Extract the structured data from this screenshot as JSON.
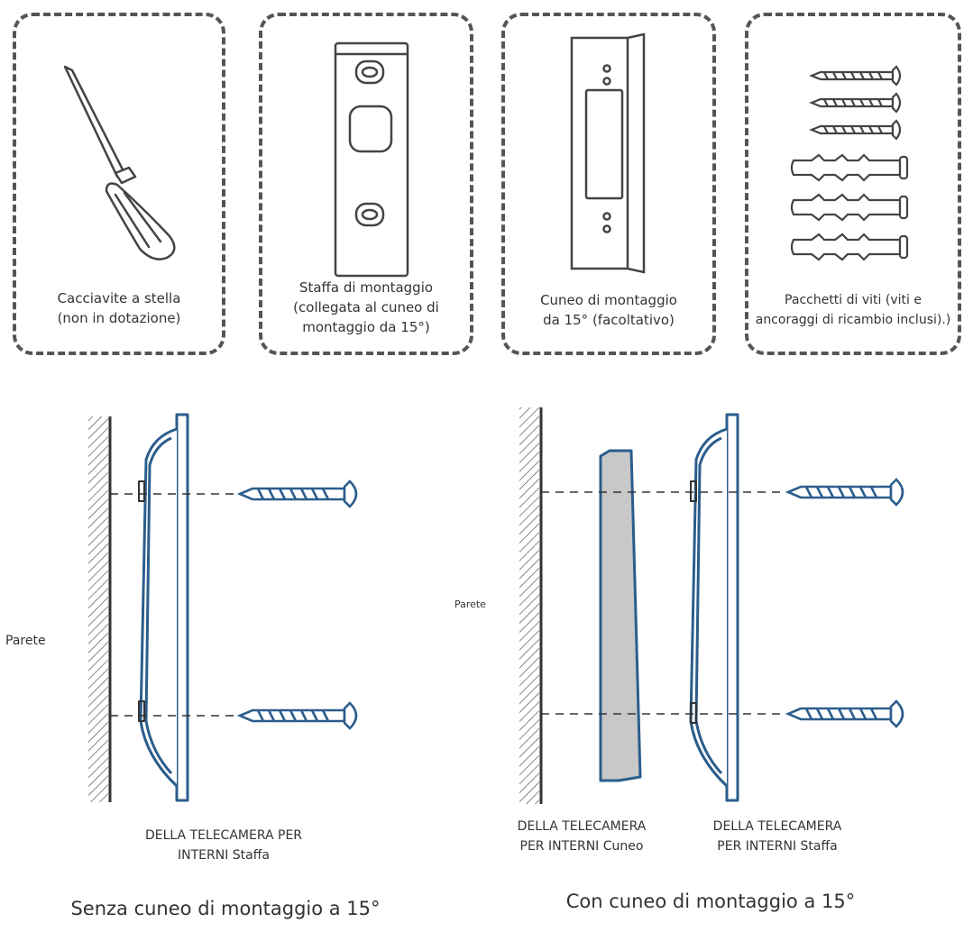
{
  "components": [
    {
      "id": "screwdriver",
      "lines": [
        "Cacciavite a stella",
        "(non in dotazione)"
      ]
    },
    {
      "id": "bracket",
      "lines": [
        "Staffa di montaggio",
        "(collegata al cuneo di",
        "montaggio da 15°)"
      ]
    },
    {
      "id": "wedge",
      "lines": [
        "Cuneo di montaggio",
        "da 15° (facoltativo)"
      ]
    },
    {
      "id": "screws",
      "lines": [
        "Pacchetti di viti (viti e",
        "ancoraggi di ricambio inclusi).)"
      ]
    }
  ],
  "diagram_left": {
    "wall_label": "Parete",
    "bracket_label": [
      "DELLA TELECAMERA PER",
      "INTERNI Staffa"
    ],
    "title": "Senza cuneo di montaggio a 15°"
  },
  "diagram_right": {
    "wall_label": "Parete",
    "wedge_label": [
      "DELLA TELECAMERA",
      "PER INTERNI Cuneo"
    ],
    "bracket_label": [
      "DELLA TELECAMERA",
      "PER INTERNI Staffa"
    ],
    "title": "Con cuneo di montaggio a 15°"
  },
  "colors": {
    "accent_blue": "#2b5d8c",
    "line": "#333333",
    "wedge_fill": "#c8c8c8"
  }
}
